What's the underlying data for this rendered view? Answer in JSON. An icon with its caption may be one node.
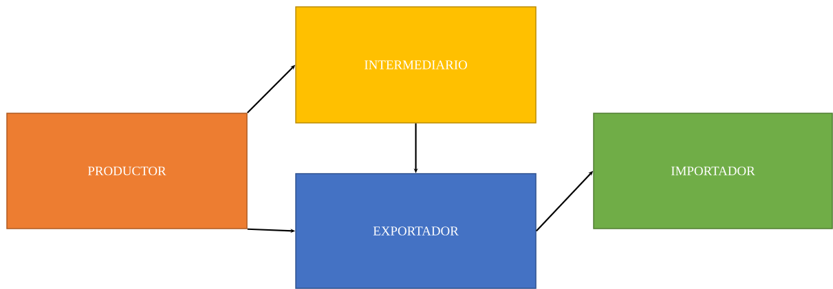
{
  "diagram": {
    "nodes": [
      {
        "text": [
          "PRODUCTOR"
        ]
      },
      {
        "text": [
          "INTERMEDIARIO"
        ]
      },
      {
        "text": [
          "EXPORTADOR"
        ]
      },
      {
        "text": [
          "IMPORTADOR"
        ]
      }
    ],
    "edges": [
      {
        "from": 0,
        "to": 1,
        "arrow": "to"
      },
      {
        "from": 0,
        "to": 2,
        "arrow": "to"
      },
      {
        "from": 1,
        "to": 2,
        "arrow": "to"
      },
      {
        "from": 2,
        "to": 3,
        "arrow": "to"
      }
    ]
  }
}
